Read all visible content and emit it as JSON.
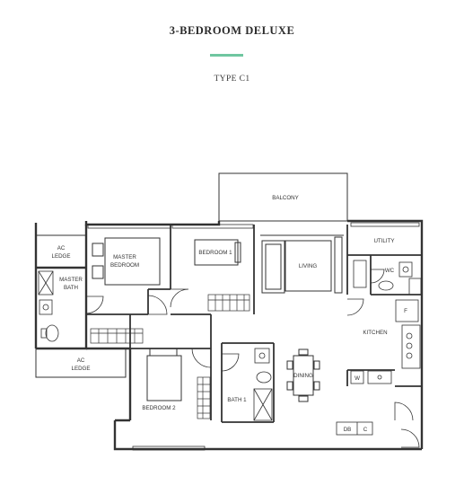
{
  "header": {
    "title": "3-BEDROOM DELUXE",
    "type_label": "TYPE C1",
    "accent_color": "#6fc6a0"
  },
  "rooms": {
    "balcony": "BALCONY",
    "ac_ledge_top_1": "AC",
    "ac_ledge_top_2": "LEDGE",
    "master_bedroom_1": "MASTER",
    "master_bedroom_2": "BEDROOM",
    "master_bath_1": "MASTER",
    "master_bath_2": "BATH",
    "bedroom_1": "BEDROOM 1",
    "living": "LIVING",
    "utility": "UTILITY",
    "wc": "WC",
    "fridge": "F",
    "kitchen": "KITCHEN",
    "ac_ledge_bottom_1": "AC",
    "ac_ledge_bottom_2": "LEDGE",
    "bedroom_2": "BEDROOM 2",
    "bath_1": "BATH 1",
    "dining": "DINING",
    "washer": "W",
    "db": "DB",
    "c": "C"
  }
}
